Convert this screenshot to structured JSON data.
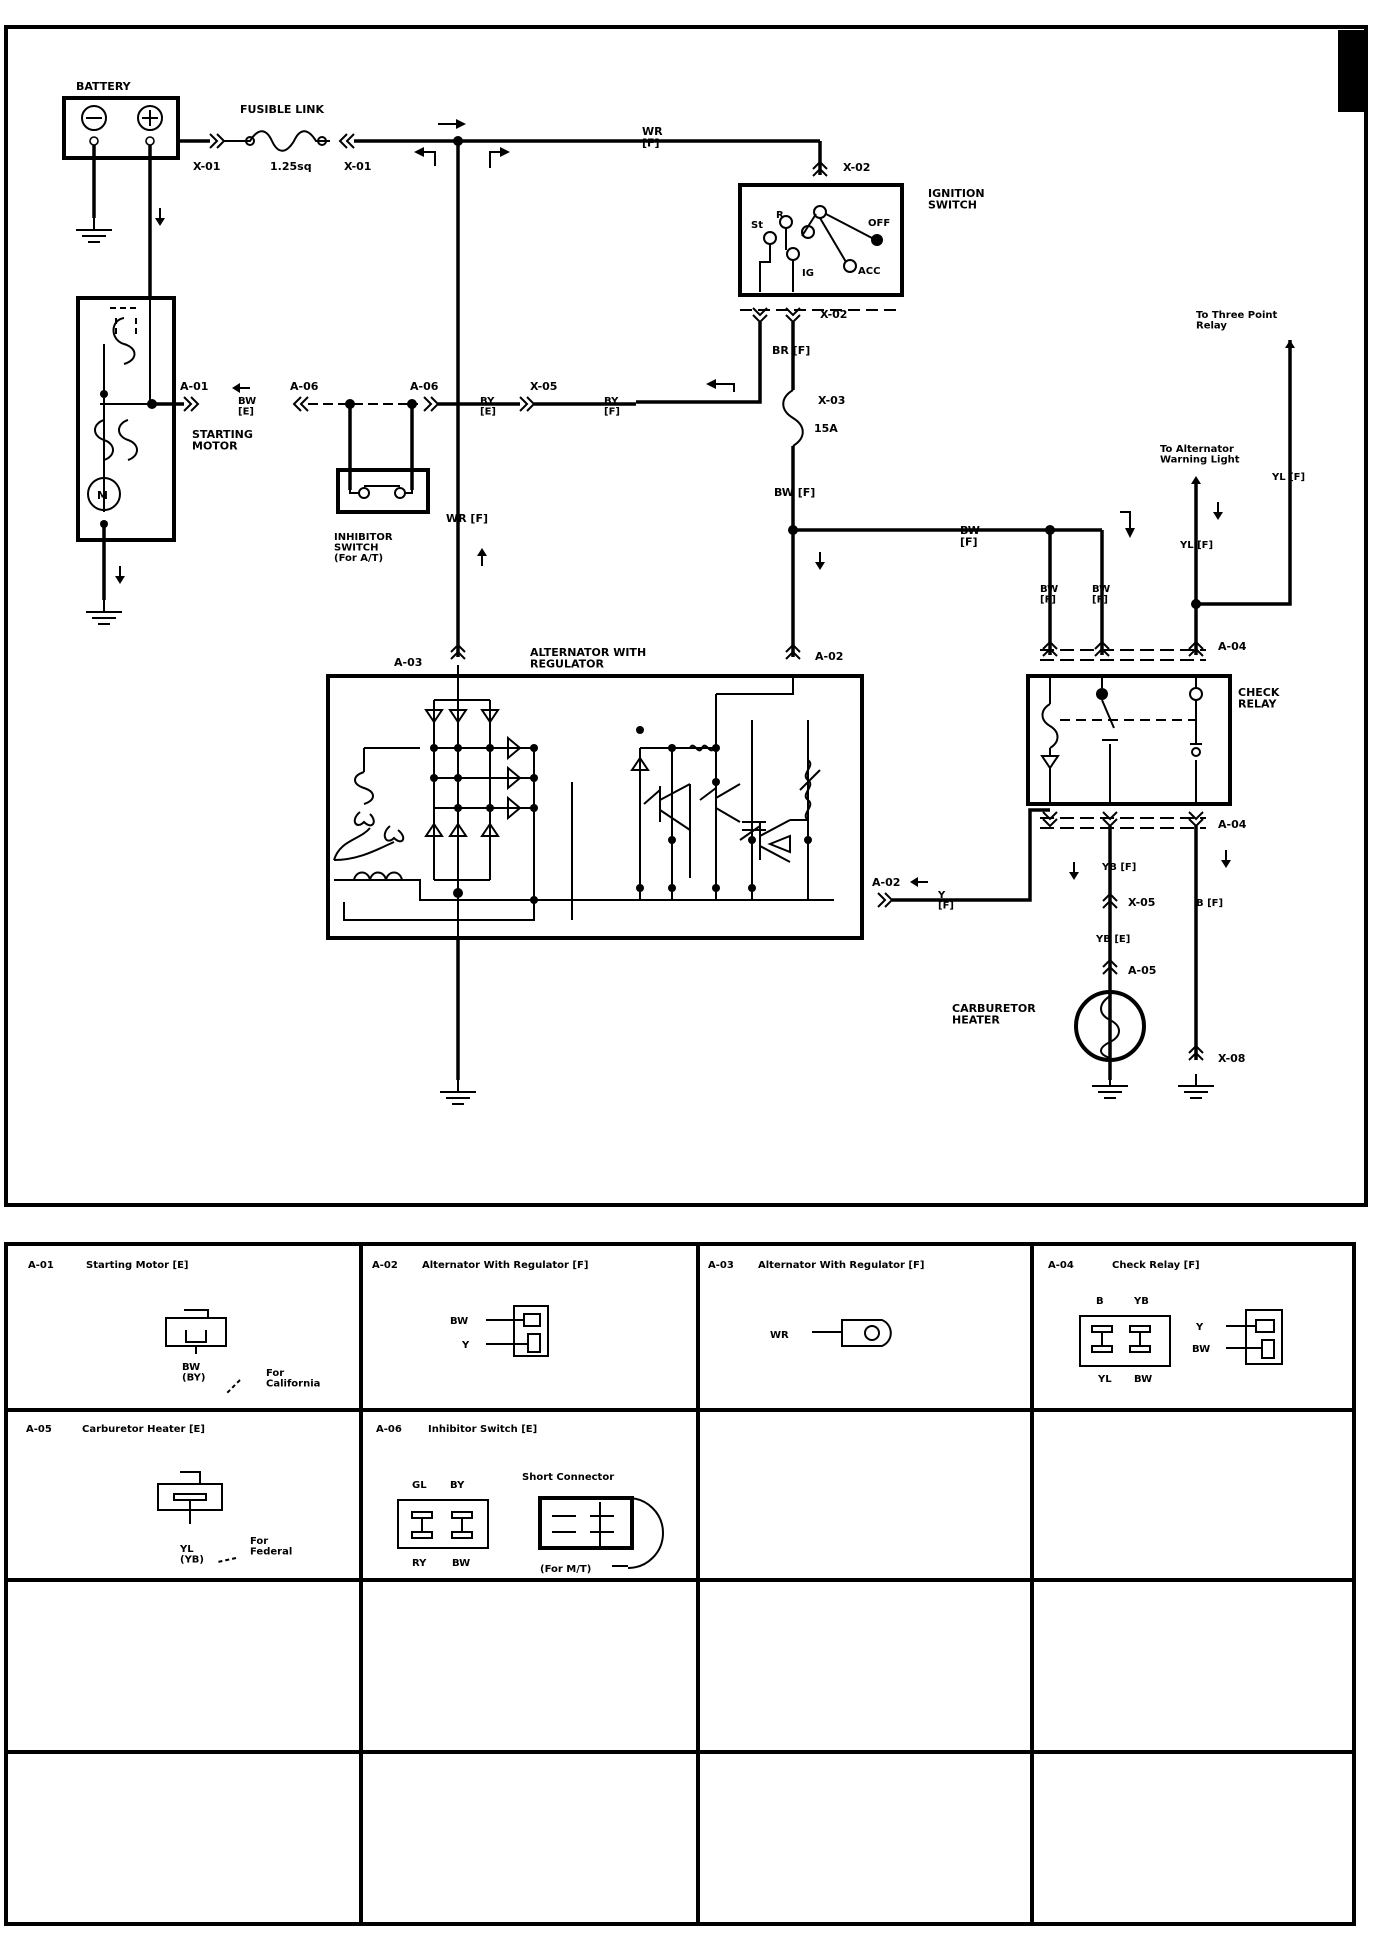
{
  "components": {
    "battery": "BATTERY",
    "fusible_link": "FUSIBLE LINK",
    "fusible_link_size": "1.25sq",
    "ignition_switch": "IGNITION\nSWITCH",
    "ign_positions": {
      "st": "St",
      "r": "R",
      "off": "OFF",
      "ig": "IG",
      "acc": "ACC"
    },
    "starting_motor": "STARTING\nMOTOR",
    "motor_symbol": "M",
    "inhibitor_switch": "INHIBITOR\nSWITCH\n(For A/T)",
    "alternator": "ALTERNATOR WITH\nREGULATOR",
    "check_relay": "CHECK\nRELAY",
    "carburetor_heater": "CARBURETOR\nHEATER",
    "fuse_15a": "15A",
    "to_three_point_relay": "To Three Point\nRelay",
    "to_alt_warning": "To Alternator\nWarning Light"
  },
  "connectors": {
    "x01": "X-01",
    "x02": "X-02",
    "x03": "X-03",
    "x05": "X-05",
    "x08": "X-08",
    "a01": "A-01",
    "a02": "A-02",
    "a03": "A-03",
    "a04": "A-04",
    "a05": "A-05",
    "a06": "A-06"
  },
  "wires": {
    "wr_f": "WR\n[F]",
    "wr_f_vert": "WR [F]",
    "bw_e": "BW\n[E]",
    "by_e": "BY\n[E]",
    "by_f": "BY\n[F]",
    "br_f": "BR [F]",
    "bw_f": "BW [F]",
    "bw_f2": "BW\n[F]",
    "yl_f": "YL [F]",
    "y_f": "Y\n[F]",
    "yb_f": "YB [F]",
    "yb_e": "YB [E]",
    "b_f": "B [F]"
  },
  "connector_table": [
    {
      "id": "A-01",
      "title": "Starting Motor [E]",
      "pins": [
        "BW\n(BY)"
      ],
      "note": "For\nCalifornia"
    },
    {
      "id": "A-02",
      "title": "Alternator With Regulator [F]",
      "pins": [
        "BW",
        "Y"
      ]
    },
    {
      "id": "A-03",
      "title": "Alternator With Regulator [F]",
      "pins": [
        "WR"
      ]
    },
    {
      "id": "A-04",
      "title": "Check Relay [F]",
      "pins": [
        "B",
        "YB",
        "YL",
        "BW",
        "Y",
        "BW"
      ]
    },
    {
      "id": "A-05",
      "title": "Carburetor Heater [E]",
      "pins": [
        "YL\n(YB)"
      ],
      "note": "For\nFederal"
    },
    {
      "id": "A-06",
      "title": "Inhibitor Switch [E]",
      "pins": [
        "GL",
        "BY",
        "RY",
        "BW"
      ],
      "short_connector": "Short Connector",
      "short_note": "(For M/T)"
    }
  ]
}
